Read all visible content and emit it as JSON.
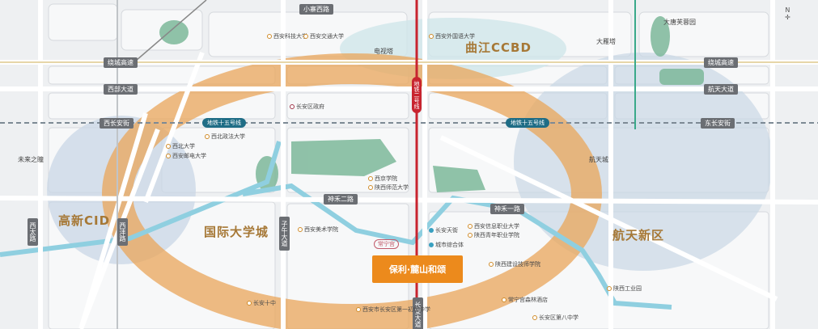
{
  "colors": {
    "district_ring": "#e9a65a",
    "tech_zone": "#b9cbe0",
    "metro2": "#c8242f",
    "metro15": "#1f6d86",
    "river": "#8fcfe0",
    "park": "#7db89a",
    "project": "#ec8a1c"
  },
  "districts": {
    "ccbd": "曲江CCBD",
    "cid": "高新CID",
    "university_city": "国际大学城",
    "aerospace": "航天新区"
  },
  "project": {
    "name": "保利·麓山和颂"
  },
  "roads": {
    "xiaozhai_w": "小寨西路",
    "ring_w": "绕城高速",
    "ring_e": "绕城高速",
    "xibu": "西部大道",
    "hangtian": "航天大道",
    "changan_w": "西长安街",
    "changan_e": "东长安街",
    "shenhe2": "神禾二路",
    "shenhe1": "神禾一路",
    "ziwu": "子午大道",
    "changan_ave": "长安大道",
    "xitai": "西太路",
    "xifeng": "西沣路"
  },
  "metro": {
    "line15_a": "地铁十五号线",
    "line15_b": "地铁十五号线",
    "line2": "地铁二号线"
  },
  "landmarks": {
    "tv_tower": "电视塔",
    "big_goose": "大雁塔",
    "furong": "大唐芙蓉园",
    "future_eye": "未来之瞳",
    "hangtian_city": "航天城",
    "compass": "N"
  },
  "pois": [
    "长安区政府",
    "西北大学",
    "西北政法大学",
    "西安邮电大学",
    "西京学院",
    "陕西师范大学",
    "西安美术学院",
    "长安天街",
    "城市综合体",
    "西安信息职业大学",
    "陕西青年职业学院",
    "陕西建设技师学院",
    "长安十中",
    "西安市长安区第一初级中学",
    "常宁宫森林酒店",
    "长安区第八中学",
    "西安科技大学",
    "西安交通大学",
    "陕西工业园",
    "西安外国语大学"
  ],
  "badges": {
    "changning": "常宁宫"
  }
}
